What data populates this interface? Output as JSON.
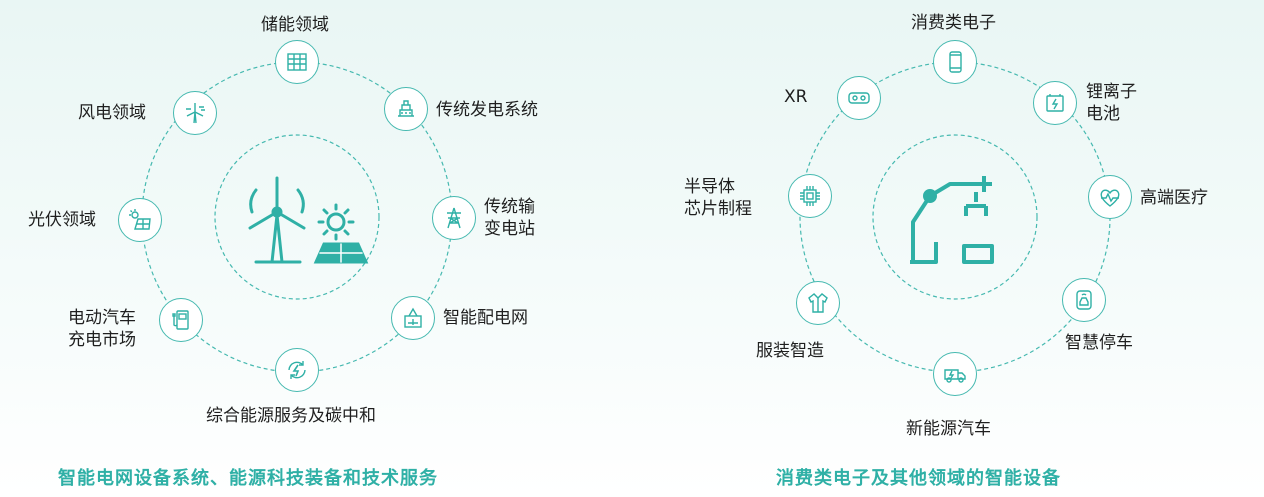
{
  "left": {
    "nodes": [
      {
        "label": "储能领域",
        "icon": "battery-storage-icon"
      },
      {
        "label": "传统发电系统",
        "icon": "power-plant-icon"
      },
      {
        "label": "传统输\n变电站",
        "icon": "transmission-tower-icon"
      },
      {
        "label": "智能配电网",
        "icon": "smart-grid-icon"
      },
      {
        "label": "综合能源服务及碳中和",
        "icon": "energy-cycle-icon"
      },
      {
        "label": "电动汽车\n充电市场",
        "icon": "charging-station-icon"
      },
      {
        "label": "光伏领域",
        "icon": "solar-panel-icon"
      },
      {
        "label": "风电领域",
        "icon": "wind-power-icon"
      }
    ],
    "center_icon": "wind-solar-gear-icon",
    "title": "智能电网设备系统、能源科技装备和技术服务"
  },
  "right": {
    "nodes": [
      {
        "label": "消费类电子",
        "icon": "smartphone-icon"
      },
      {
        "label": "锂离子\n电池",
        "icon": "battery-icon"
      },
      {
        "label": "高端医疗",
        "icon": "heart-pulse-icon"
      },
      {
        "label": "智慧停车",
        "icon": "parking-car-icon"
      },
      {
        "label": "新能源汽车",
        "icon": "electric-truck-icon"
      },
      {
        "label": "服装智造",
        "icon": "shirt-icon"
      },
      {
        "label": "半导体\n芯片制程",
        "icon": "chip-icon"
      },
      {
        "label": "XR",
        "icon": "vr-goggles-icon"
      }
    ],
    "center_icon": "robot-arm-icon",
    "title": "消费类电子及其他领域的智能设备"
  },
  "colors": {
    "accent": "#2fb0a6",
    "ring": "#46b9b0"
  }
}
